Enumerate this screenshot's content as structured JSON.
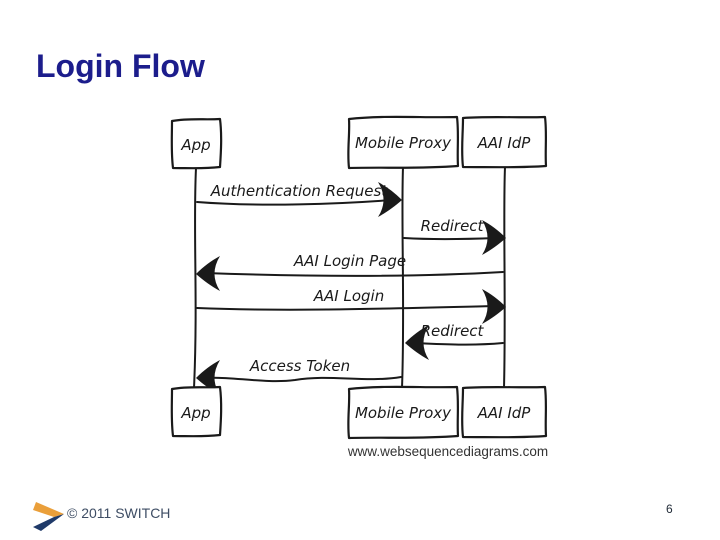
{
  "slide": {
    "title": "Login Flow",
    "footer": {
      "copyright": "© 2011 SWITCH",
      "page_number": "6"
    },
    "colors": {
      "title_navy": "#1c1d8c",
      "ink": "#1a1a1a",
      "footer_text": "#3e4d64",
      "logo_orange": "#ea9f3a",
      "logo_navy": "#1f3a69"
    }
  },
  "diagram": {
    "type": "sequence-diagram",
    "style": "hand-drawn napkin",
    "caption": "www.websequencediagrams.com",
    "actors": [
      "App",
      "Mobile Proxy",
      "AAI IdP"
    ],
    "messages": [
      {
        "label": "Authentication Request",
        "from": "App",
        "to": "Mobile Proxy",
        "direction": "right"
      },
      {
        "label": "Redirect",
        "from": "Mobile Proxy",
        "to": "AAI IdP",
        "direction": "right"
      },
      {
        "label": "AAI Login Page",
        "from": "AAI IdP",
        "to": "App",
        "direction": "left"
      },
      {
        "label": "AAI Login",
        "from": "App",
        "to": "AAI IdP",
        "direction": "right"
      },
      {
        "label": "Redirect",
        "from": "AAI IdP",
        "to": "Mobile Proxy",
        "direction": "left"
      },
      {
        "label": "Access Token",
        "from": "Mobile Proxy",
        "to": "App",
        "direction": "left"
      }
    ]
  }
}
